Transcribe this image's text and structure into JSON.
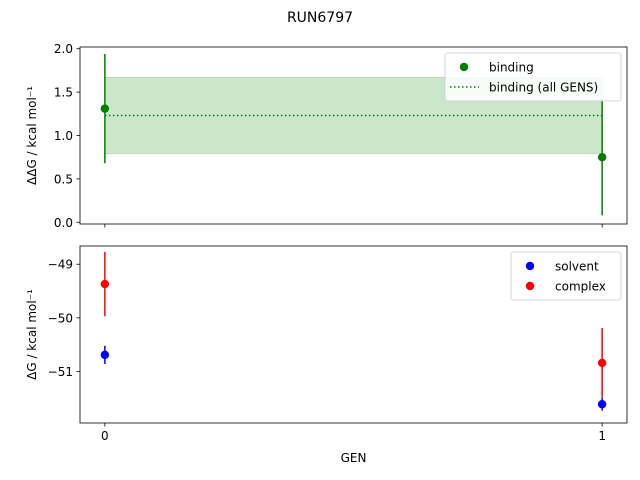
{
  "title": "RUN6797",
  "colors": {
    "binding": "#008000",
    "binding_band": "#cce6cc",
    "solvent": "#0000ff",
    "complex": "#ff0000"
  },
  "chart_data": [
    {
      "type": "scatter",
      "panel": "top",
      "ylabel": "ΔΔG / kcal mol⁻¹",
      "xlim": [
        -0.05,
        1.05
      ],
      "ylim": [
        -0.02,
        2.02
      ],
      "xticks": [
        0,
        1
      ],
      "yticks": [
        0.0,
        0.5,
        1.0,
        1.5,
        2.0
      ],
      "ytick_labels": [
        "0.0",
        "0.5",
        "1.0",
        "1.5",
        "2.0"
      ],
      "show_xtick_labels": false,
      "legend_position": "upper right",
      "series": [
        {
          "name": "binding",
          "color": "#008000",
          "x": [
            0,
            1
          ],
          "y": [
            1.31,
            0.75
          ],
          "yerr": [
            0.63,
            0.67
          ],
          "marker": "circle"
        }
      ],
      "hline": {
        "name": "binding (all GENS)",
        "color": "#008000",
        "style": "dotted",
        "y": 1.23,
        "band": [
          0.79,
          1.67
        ]
      }
    },
    {
      "type": "scatter",
      "panel": "bottom",
      "ylabel": "ΔG / kcal mol⁻¹",
      "xlabel": "GEN",
      "xlim": [
        -0.05,
        1.05
      ],
      "ylim": [
        -51.96,
        -48.66
      ],
      "xticks": [
        0,
        1
      ],
      "xtick_labels": [
        "0",
        "1"
      ],
      "yticks": [
        -51,
        -50,
        -49
      ],
      "ytick_labels": [
        "−51",
        "−50",
        "−49"
      ],
      "show_xtick_labels": true,
      "legend_position": "upper right",
      "series": [
        {
          "name": "solvent",
          "color": "#0000ff",
          "x": [
            0,
            1
          ],
          "y": [
            -50.69,
            -51.61
          ],
          "yerr": [
            0.17,
            0.12
          ],
          "marker": "circle"
        },
        {
          "name": "complex",
          "color": "#ff0000",
          "x": [
            0,
            1
          ],
          "y": [
            -49.37,
            -50.84
          ],
          "yerr": [
            0.6,
            0.65
          ],
          "marker": "circle"
        }
      ]
    }
  ]
}
